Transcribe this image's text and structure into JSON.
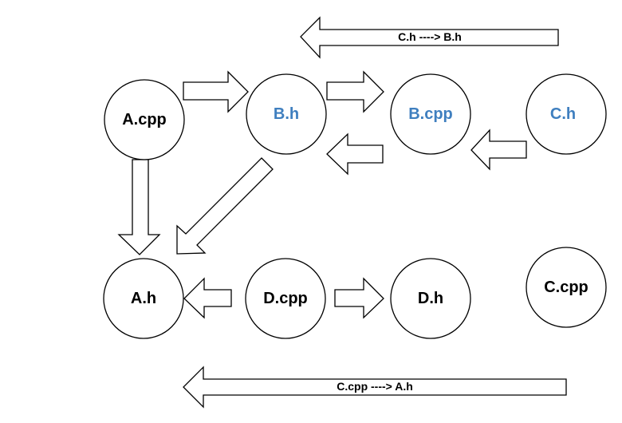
{
  "colors": {
    "default_text": "#000000",
    "highlight_text": "#3f7fbf",
    "stroke": "#000000",
    "fill": "#ffffff"
  },
  "nodes": {
    "a_cpp": {
      "label": "A.cpp",
      "highlighted": false
    },
    "b_h": {
      "label": "B.h",
      "highlighted": true
    },
    "b_cpp": {
      "label": "B.cpp",
      "highlighted": true
    },
    "c_h": {
      "label": "C.h",
      "highlighted": true
    },
    "a_h": {
      "label": "A.h",
      "highlighted": false
    },
    "d_cpp": {
      "label": "D.cpp",
      "highlighted": false
    },
    "d_h": {
      "label": "D.h",
      "highlighted": false
    },
    "c_cpp": {
      "label": "C.cpp",
      "highlighted": false
    }
  },
  "arrows": {
    "top_label": "C.h ----> B.h",
    "bottom_label": "C.cpp ----> A.h"
  }
}
